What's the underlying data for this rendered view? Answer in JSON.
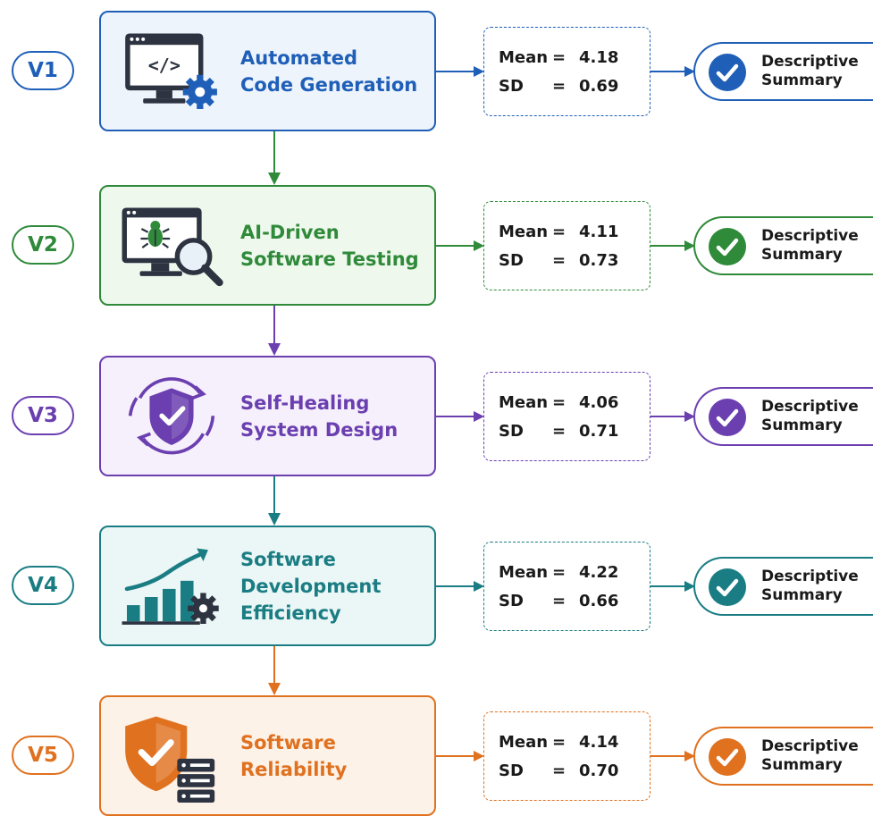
{
  "rows": [
    {
      "id": "V1",
      "title_lines": [
        "Automated",
        "Code Generation"
      ],
      "mean_label": "Mean",
      "sd_label": "SD",
      "mean": "4.18",
      "sd": "0.69",
      "summary_lines": [
        "Descriptive",
        "Summary"
      ],
      "color": "#1f5fb8",
      "fill": "#eef4fc",
      "icon": "code-monitor-gear-icon"
    },
    {
      "id": "V2",
      "title_lines": [
        "AI-Driven",
        "Software Testing"
      ],
      "mean_label": "Mean",
      "sd_label": "SD",
      "mean": "4.11",
      "sd": "0.73",
      "summary_lines": [
        "Descriptive",
        "Summary"
      ],
      "color": "#2f8a3a",
      "fill": "#eef8ec",
      "icon": "bug-monitor-magnifier-icon"
    },
    {
      "id": "V3",
      "title_lines": [
        "Self-Healing",
        "System Design"
      ],
      "mean_label": "Mean",
      "sd_label": "SD",
      "mean": "4.06",
      "sd": "0.71",
      "summary_lines": [
        "Descriptive",
        "Summary"
      ],
      "color": "#6b3fb0",
      "fill": "#f5f0fb",
      "icon": "shield-cycle-icon"
    },
    {
      "id": "V4",
      "title_lines": [
        "Software",
        "Development",
        "Efficiency"
      ],
      "mean_label": "Mean",
      "sd_label": "SD",
      "mean": "4.22",
      "sd": "0.66",
      "summary_lines": [
        "Descriptive",
        "Summary"
      ],
      "color": "#1a7d83",
      "fill": "#ebf6f6",
      "icon": "growth-chart-gear-icon"
    },
    {
      "id": "V5",
      "title_lines": [
        "Software",
        "Reliability"
      ],
      "mean_label": "Mean",
      "sd_label": "SD",
      "mean": "4.14",
      "sd": "0.70",
      "summary_lines": [
        "Descriptive",
        "Summary"
      ],
      "color": "#e0711f",
      "fill": "#fdf2e8",
      "icon": "shield-server-icon"
    }
  ]
}
